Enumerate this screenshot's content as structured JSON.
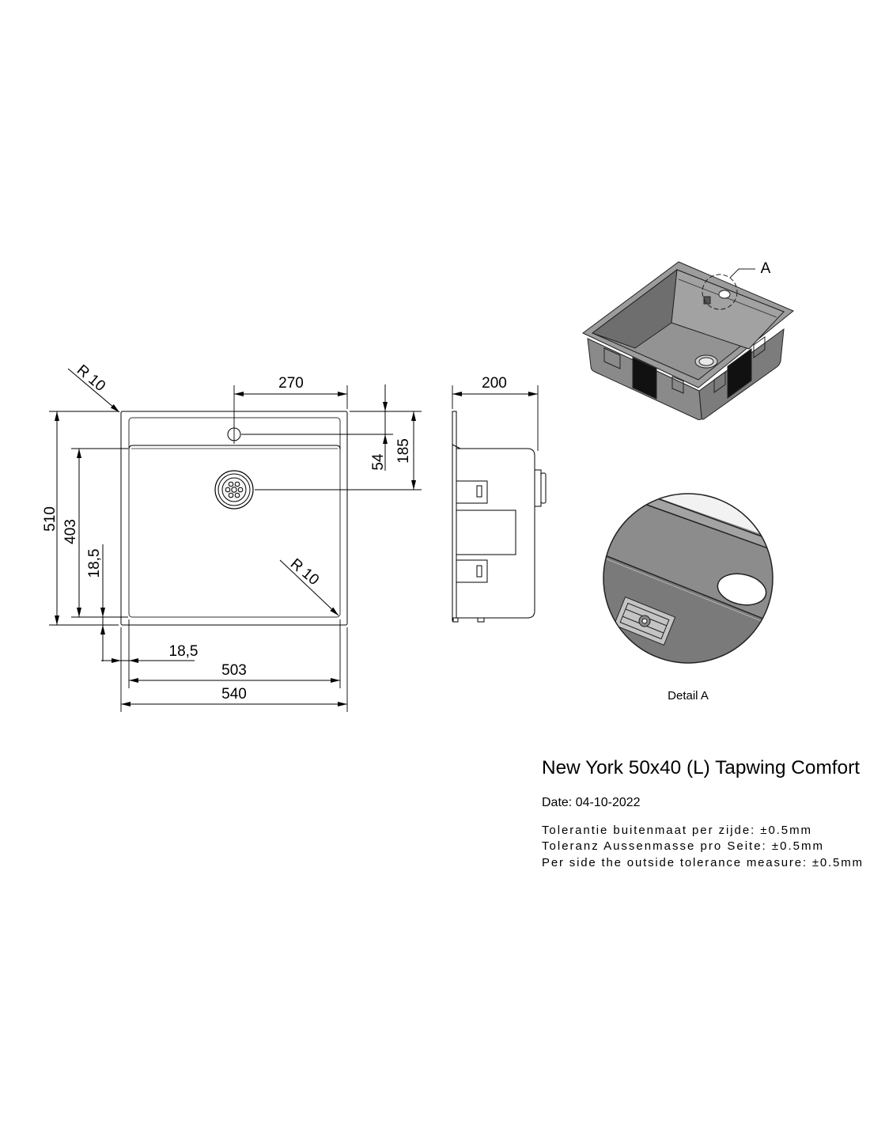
{
  "title_block": {
    "title": "New York 50x40 (L) Tapwing Comfort",
    "date": "Date: 04-10-2022",
    "tolerance_nl": "Tolerantie buitenmaat per zijde: ±0.5mm",
    "tolerance_de": "Toleranz Aussenmasse pro Seite: ±0.5mm",
    "tolerance_en": "Per side the outside tolerance measure: ±0.5mm"
  },
  "plan_view": {
    "outer_corner_radius": "R 10",
    "basin_corner_radius": "R 10",
    "tap_hole_offset": "270",
    "tap_hole_from_back": "54",
    "drain_from_back": "185",
    "overall_depth": "510",
    "basin_depth": "403",
    "flange_depth": "18,5",
    "flange_width": "18,5",
    "basin_width": "503",
    "overall_width": "540"
  },
  "side_view": {
    "height": "200"
  },
  "isometric_view": {
    "detail_callout": "A"
  },
  "detail_view": {
    "caption": "Detail A"
  },
  "colors": {
    "line": "#000000",
    "sink_body": "#8a8a8a",
    "drain_slot": "#111111"
  }
}
